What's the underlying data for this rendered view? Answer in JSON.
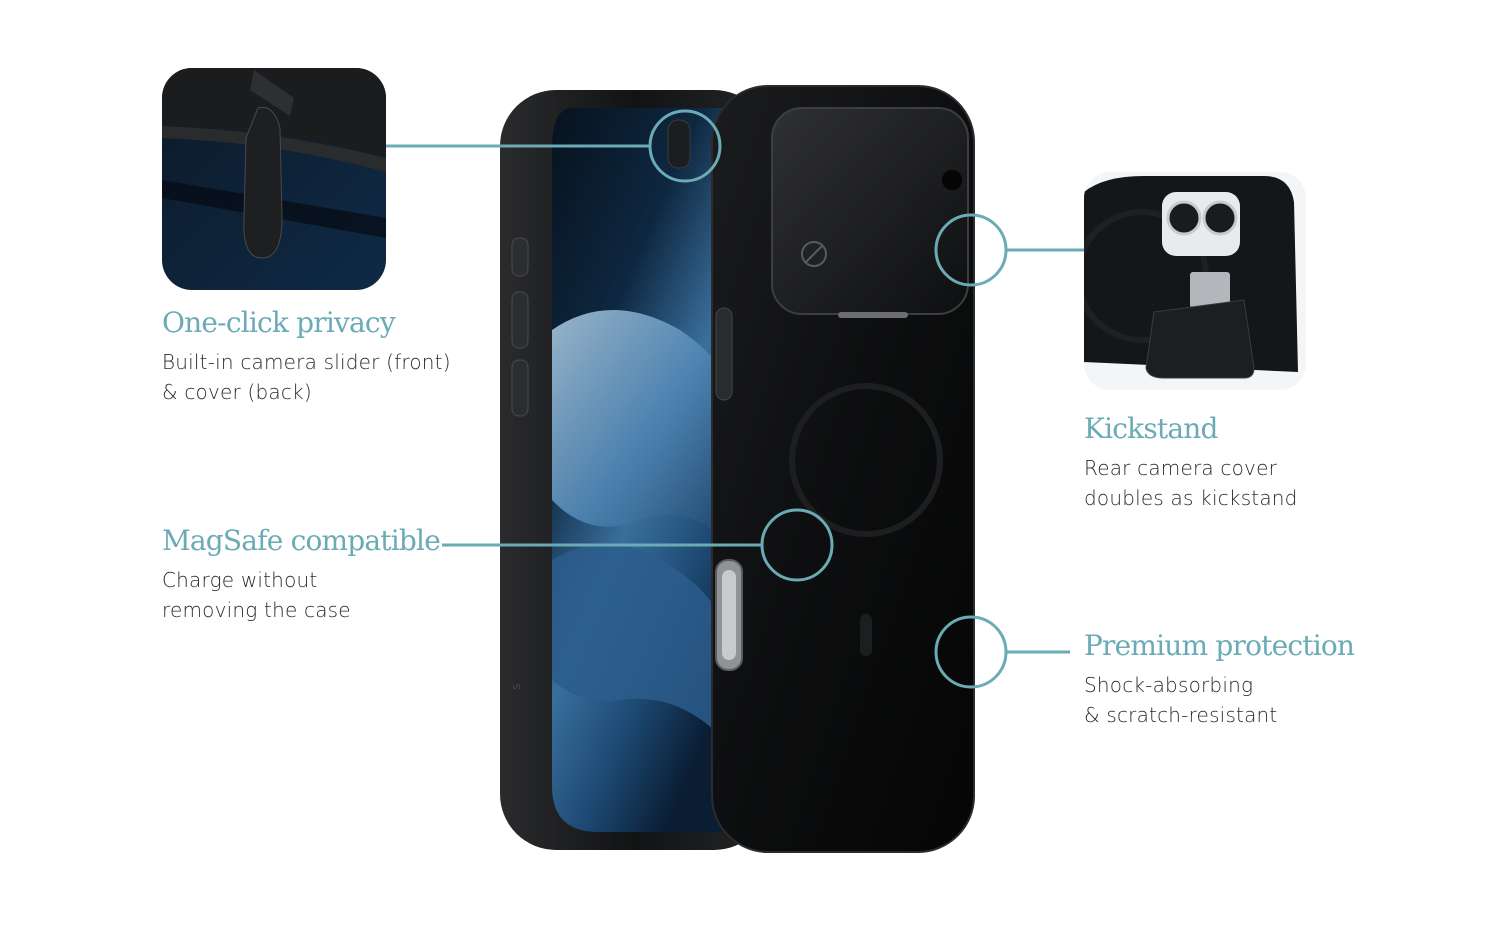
{
  "features": {
    "privacy": {
      "title": "One-click privacy",
      "line1": "Built-in camera slider (front)",
      "line2": "& cover (back)"
    },
    "magsafe": {
      "title": "MagSafe compatible",
      "line1": "Charge without",
      "line2": "removing the case"
    },
    "kickstand": {
      "title": "Kickstand",
      "line1": "Rear camera cover",
      "line2": "doubles as kickstand"
    },
    "protection": {
      "title": "Premium protection",
      "line1": "Shock-absorbing",
      "line2": "& scratch-resistant"
    }
  },
  "colors": {
    "accent": "#6aabb6",
    "case": "#121314",
    "text": "#2a2a2a"
  }
}
